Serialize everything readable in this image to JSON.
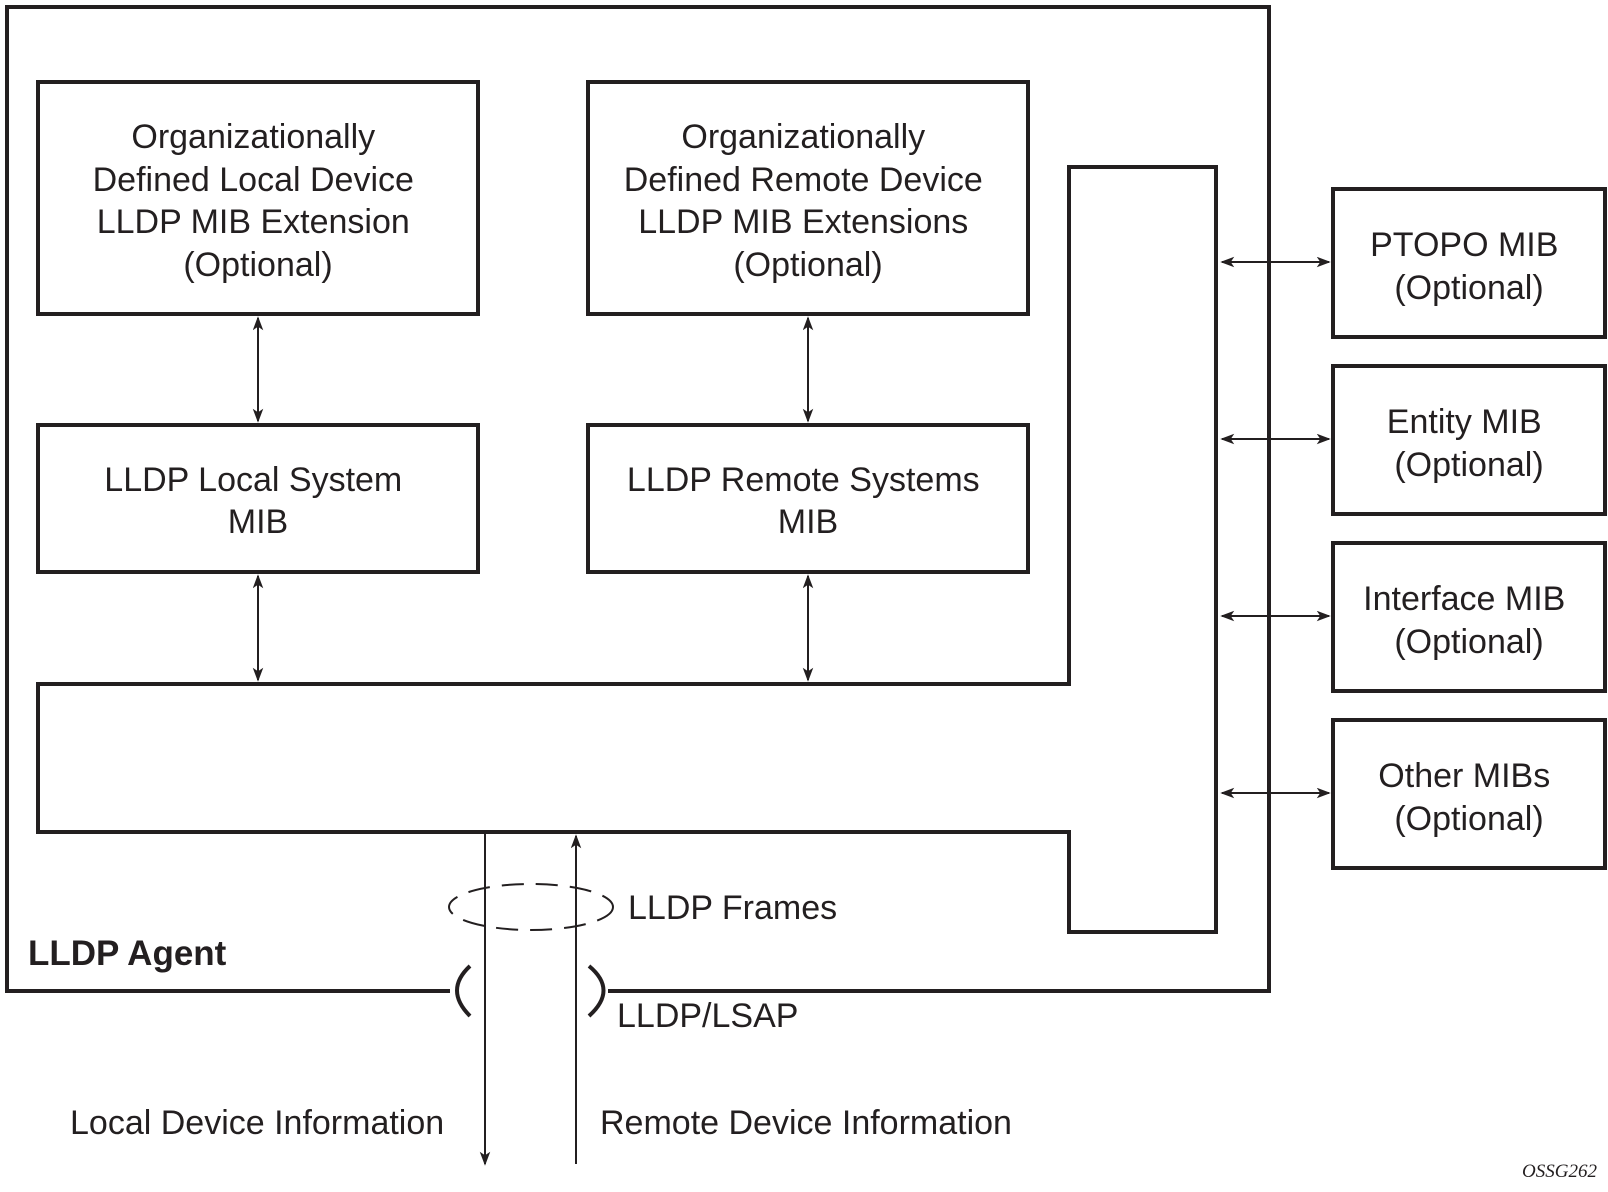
{
  "diagram": {
    "agent_label": "LLDP Agent",
    "figure_id": "OSSG262",
    "mib_boxes": [
      {
        "id": "org-local",
        "lines": [
          "Organizationally",
          "Defined Local Device",
          "LLDP MIB Extension",
          "(Optional)"
        ]
      },
      {
        "id": "org-remote",
        "lines": [
          "Organizationally",
          "Defined Remote Device",
          "LLDP MIB Extensions",
          "(Optional)"
        ]
      },
      {
        "id": "local-system",
        "lines": [
          "LLDP Local System",
          "MIB"
        ]
      },
      {
        "id": "remote-systems",
        "lines": [
          "LLDP Remote Systems",
          "MIB"
        ]
      }
    ],
    "external_mibs": [
      {
        "id": "ptopo",
        "lines": [
          "PTOPO MIB",
          "(Optional)"
        ]
      },
      {
        "id": "entity",
        "lines": [
          "Entity MIB",
          "(Optional)"
        ]
      },
      {
        "id": "interface",
        "lines": [
          "Interface MIB",
          "(Optional)"
        ]
      },
      {
        "id": "other",
        "lines": [
          "Other MIBs",
          "(Optional)"
        ]
      }
    ],
    "frames_label": "LLDP Frames",
    "lsap_label": "LLDP/LSAP",
    "local_info_label": "Local Device Information",
    "remote_info_label": "Remote Device Information",
    "line_color": "#231f20"
  }
}
